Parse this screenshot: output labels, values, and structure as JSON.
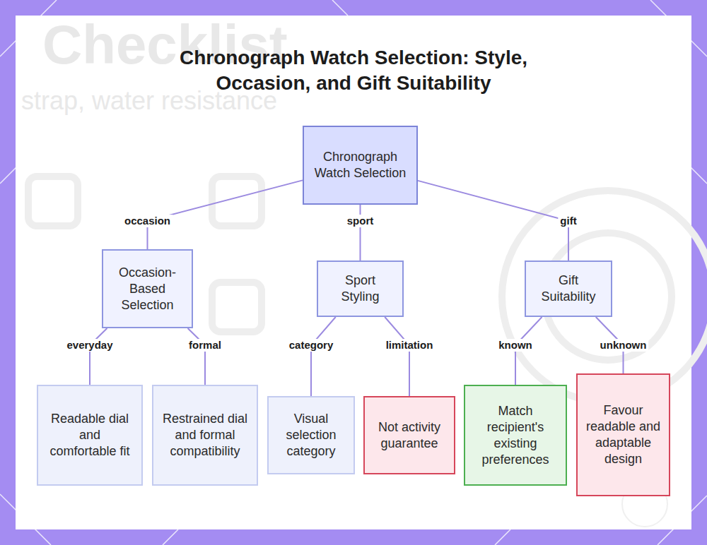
{
  "diagram": {
    "title": "Chronograph Watch Selection: Style, Occasion, and Gift Suitability",
    "nodes": [
      {
        "text": [
          "Chronograph Watch Selection"
        ]
      },
      {
        "text": [
          "Occasion-Based Selection"
        ]
      },
      {
        "text": [
          "Sport Styling"
        ]
      },
      {
        "text": [
          "Gift Suitability"
        ]
      },
      {
        "text": [
          "Readable dial and comfortable fit"
        ]
      },
      {
        "text": [
          "Restrained dial and formal compatibility"
        ]
      },
      {
        "text": [
          "Visual selection category"
        ]
      },
      {
        "text": [
          "Not activity guarantee"
        ]
      },
      {
        "text": [
          "Match recipient's existing preferences"
        ]
      },
      {
        "text": [
          "Favour readable and adaptable design"
        ]
      }
    ],
    "edges": [
      {
        "from": 0,
        "to": 1,
        "label": "occasion",
        "arrow": "none"
      },
      {
        "from": 0,
        "to": 2,
        "label": "sport",
        "arrow": "none"
      },
      {
        "from": 0,
        "to": 3,
        "label": "gift",
        "arrow": "none"
      },
      {
        "from": 1,
        "to": 4,
        "label": "everyday",
        "arrow": "none"
      },
      {
        "from": 1,
        "to": 5,
        "label": "formal",
        "arrow": "none"
      },
      {
        "from": 2,
        "to": 6,
        "label": "category",
        "arrow": "none"
      },
      {
        "from": 2,
        "to": 7,
        "label": "limitation",
        "arrow": "none"
      },
      {
        "from": 3,
        "to": 8,
        "label": "known",
        "arrow": "none"
      },
      {
        "from": 3,
        "to": 9,
        "label": "unknown",
        "arrow": "none"
      }
    ],
    "labels": [
      "Checklist",
      "strap, water resistance"
    ]
  }
}
